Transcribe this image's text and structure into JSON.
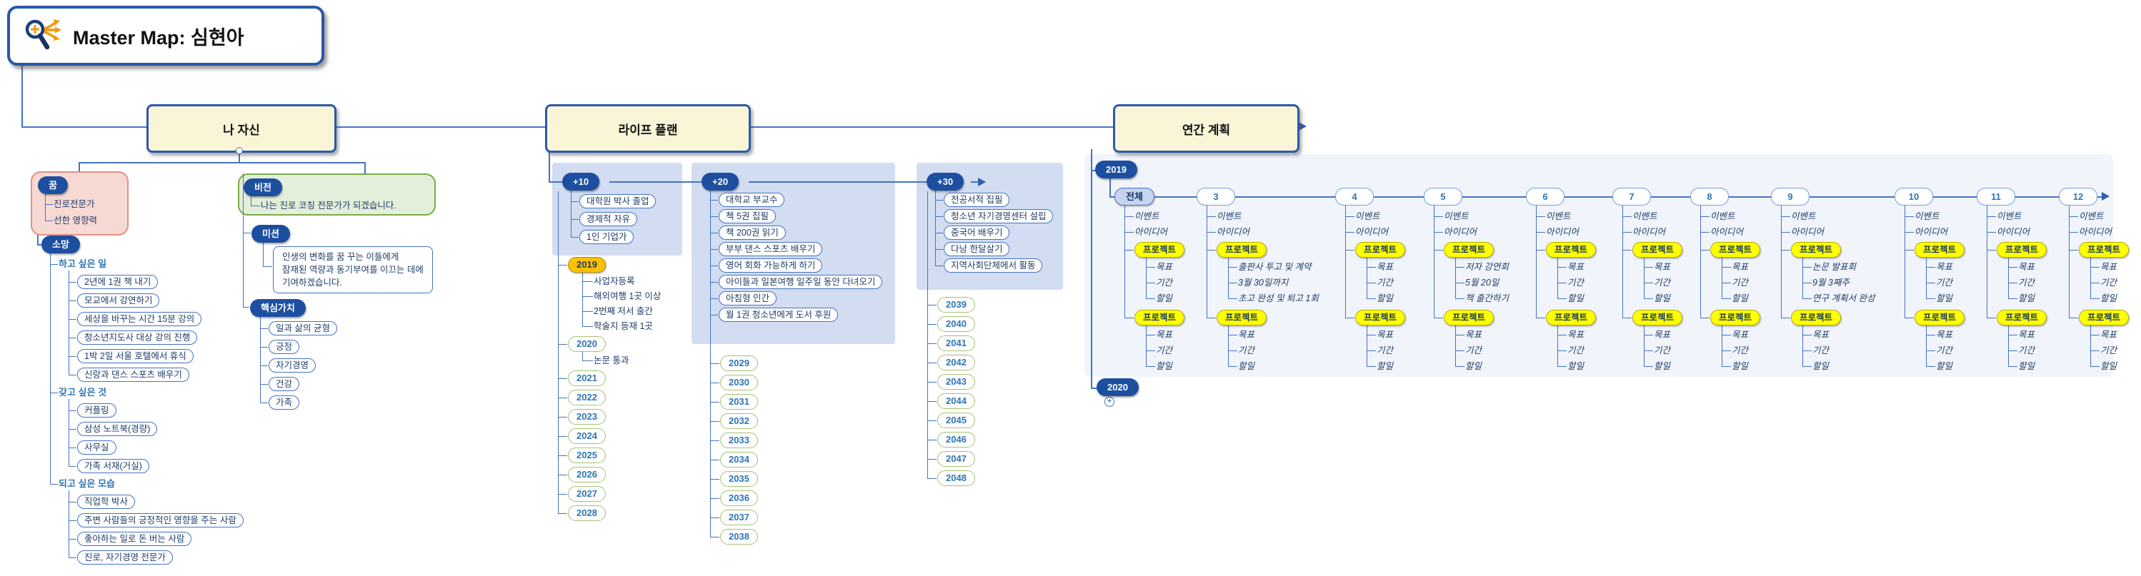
{
  "root": {
    "title": "Master Map: 심현아",
    "icon": "magnifier-branches-icon"
  },
  "branches": {
    "self": "나 자신",
    "life": "라이프 플랜",
    "annual": "연간 계획"
  },
  "self": {
    "dream": {
      "label": "꿈",
      "items": [
        "진로전문가",
        "선한 영향력"
      ]
    },
    "wish": {
      "label": "소망",
      "groups": [
        {
          "label": "하고 싶은 일",
          "items": [
            "2년에 1권 책 내기",
            "모교에서 강연하기",
            "세상을 바꾸는 시간 15분 강의",
            "청소년지도사 대상 강의 진행",
            "1박 2일 서울 호텔에서 휴식",
            "신랑과 댄스 스포츠 배우기"
          ]
        },
        {
          "label": "갖고 싶은 것",
          "items": [
            "커플링",
            "삼성 노트북(경량)",
            "사무실",
            "가족 서재(거실)"
          ]
        },
        {
          "label": "되고 싶은 모습",
          "items": [
            "직업학 박사",
            "주변 사람들의 긍정적인 영향을 주는 사람",
            "좋아하는 일로 돈 버는 사람",
            "진로, 자기경영 전문가"
          ]
        }
      ]
    },
    "vision": {
      "label": "비전",
      "statement": "나는 진로 코칭 전문가가 되겠습니다.",
      "mission": {
        "label": "미션",
        "statement": "인생의 변화를 꿈 꾸는 이들에게\n잠재된 역량과 동기부여를 이끄는 데에\n기여하겠습니다."
      },
      "core_values": {
        "label": "핵심가치",
        "items": [
          "일과 삶의 균형",
          "긍정",
          "자기경영",
          "건강",
          "가족"
        ]
      }
    }
  },
  "life_plan": {
    "decades": [
      {
        "label": "+10",
        "goals": [
          "대학원 박사 졸업",
          "경제적 자유",
          "1인 기업가"
        ],
        "years": [
          {
            "label": "2019",
            "highlighted": true,
            "items": [
              "사업자등록",
              "해외여행 1곳 이상",
              "2번째 저서 출간",
              "학술지 등재 1곳"
            ]
          },
          {
            "label": "2020",
            "items": [
              "논문 통과"
            ]
          },
          {
            "label": "2021",
            "items": []
          },
          {
            "label": "2022",
            "items": []
          },
          {
            "label": "2023",
            "items": []
          },
          {
            "label": "2024",
            "items": []
          },
          {
            "label": "2025",
            "items": []
          },
          {
            "label": "2026",
            "items": []
          },
          {
            "label": "2027",
            "items": []
          },
          {
            "label": "2028",
            "items": []
          }
        ]
      },
      {
        "label": "+20",
        "goals": [
          "대학교 부교수",
          "첵 5권 집필",
          "책 200권 읽기",
          "부부 댄스 스포츠 배우기",
          "영어 회화 가능하게 하기",
          "아이들과 일본여행 일주일 동안 다녀오기",
          "아침형 인간",
          "월 1권 청소년에게 도서 후원"
        ],
        "years": [
          {
            "label": "2029",
            "items": []
          },
          {
            "label": "2030",
            "items": []
          },
          {
            "label": "2031",
            "items": []
          },
          {
            "label": "2032",
            "items": []
          },
          {
            "label": "2033",
            "items": []
          },
          {
            "label": "2034",
            "items": []
          },
          {
            "label": "2035",
            "items": []
          },
          {
            "label": "2036",
            "items": []
          },
          {
            "label": "2037",
            "items": []
          },
          {
            "label": "2038",
            "items": []
          }
        ]
      },
      {
        "label": "+30",
        "arrow": true,
        "goals": [
          "전공서적 집필",
          "청소년 자기경영센터 설립",
          "중국어 배우기",
          "다낭 한달살기",
          "지역사회단체에서 활동"
        ],
        "years": [
          {
            "label": "2039",
            "items": []
          },
          {
            "label": "2040",
            "items": []
          },
          {
            "label": "2041",
            "items": []
          },
          {
            "label": "2042",
            "items": []
          },
          {
            "label": "2043",
            "items": []
          },
          {
            "label": "2044",
            "items": []
          },
          {
            "label": "2045",
            "items": []
          },
          {
            "label": "2046",
            "items": []
          },
          {
            "label": "2047",
            "items": []
          },
          {
            "label": "2048",
            "items": []
          }
        ]
      }
    ]
  },
  "annual_plan": {
    "year": "2019",
    "collapsed_year": "2020",
    "collapsed_marker": "+",
    "columns": [
      {
        "label": "전체",
        "rows": [
          "이벤트",
          "아이디어"
        ],
        "projects": [
          {
            "label": "프로젝트",
            "items": [
              "목표",
              "기간",
              "할일"
            ]
          },
          {
            "label": "프로젝트",
            "items": [
              "목표",
              "기간",
              "할일"
            ]
          }
        ]
      },
      {
        "label": "3",
        "rows": [
          "이벤트",
          "아이디어"
        ],
        "projects": [
          {
            "label": "프로젝트",
            "items": [
              "출판사 투고 및 계약",
              "3월 30일까지",
              "초고 완성 및 퇴고 1회"
            ]
          },
          {
            "label": "프로젝트",
            "items": [
              "목표",
              "기간",
              "할일"
            ]
          }
        ]
      },
      {
        "label": "4",
        "rows": [
          "이벤트",
          "아이디어"
        ],
        "projects": [
          {
            "label": "프로젝트",
            "items": [
              "목표",
              "기간",
              "할일"
            ]
          },
          {
            "label": "프로젝트",
            "items": [
              "목표",
              "기간",
              "할일"
            ]
          }
        ]
      },
      {
        "label": "5",
        "rows": [
          "이벤트",
          "아이디어"
        ],
        "projects": [
          {
            "label": "프로젝트",
            "items": [
              "저자 강연회",
              "5월 20일",
              "책 출간하기"
            ]
          },
          {
            "label": "프로젝트",
            "items": [
              "목표",
              "기간",
              "할일"
            ]
          }
        ]
      },
      {
        "label": "6",
        "rows": [
          "이벤트",
          "아이디어"
        ],
        "projects": [
          {
            "label": "프로젝트",
            "items": [
              "목표",
              "기간",
              "할일"
            ]
          },
          {
            "label": "프로젝트",
            "items": [
              "목표",
              "기간",
              "할일"
            ]
          }
        ]
      },
      {
        "label": "7",
        "rows": [
          "이벤트",
          "아이디어"
        ],
        "projects": [
          {
            "label": "프로젝트",
            "items": [
              "목표",
              "기간",
              "할일"
            ]
          },
          {
            "label": "프로젝트",
            "items": [
              "목표",
              "기간",
              "할일"
            ]
          }
        ]
      },
      {
        "label": "8",
        "rows": [
          "이벤트",
          "아이디어"
        ],
        "projects": [
          {
            "label": "프로젝트",
            "items": [
              "목표",
              "기간",
              "할일"
            ]
          },
          {
            "label": "프로젝트",
            "items": [
              "목표",
              "기간",
              "할일"
            ]
          }
        ]
      },
      {
        "label": "9",
        "rows": [
          "이벤트",
          "아이디어"
        ],
        "projects": [
          {
            "label": "프로젝트",
            "items": [
              "논문 발표회",
              "9월 3째주",
              "연구 계획서 완성"
            ]
          },
          {
            "label": "프로젝트",
            "items": [
              "목표",
              "기간",
              "할일"
            ]
          }
        ]
      },
      {
        "label": "10",
        "rows": [
          "이벤트",
          "아이디어"
        ],
        "projects": [
          {
            "label": "프로젝트",
            "items": [
              "목표",
              "기간",
              "할일"
            ]
          },
          {
            "label": "프로젝트",
            "items": [
              "목표",
              "기간",
              "할일"
            ]
          }
        ]
      },
      {
        "label": "11",
        "rows": [
          "이벤트",
          "아이디어"
        ],
        "projects": [
          {
            "label": "프로젝트",
            "items": [
              "목표",
              "기간",
              "할일"
            ]
          },
          {
            "label": "프로젝트",
            "items": [
              "목표",
              "기간",
              "할일"
            ]
          }
        ]
      },
      {
        "label": "12",
        "arrow": true,
        "rows": [
          "이벤트",
          "아이디어"
        ],
        "projects": [
          {
            "label": "프로젝트",
            "items": [
              "목표",
              "기간",
              "할일"
            ]
          },
          {
            "label": "프로젝트",
            "items": [
              "목표",
              "기간",
              "할일"
            ]
          }
        ]
      }
    ]
  },
  "colors": {
    "topic_dark_blue": "#1d4fa0",
    "line_blue": "#4472c4",
    "branch_fill": "#fbf5d8",
    "panel_blue": "#d2ddf1",
    "dream_pink": "#f7d9d4",
    "dream_border": "#e09184",
    "vision_green": "#e3efda",
    "vision_border": "#78ad49",
    "year_highlight": "#ffc000",
    "project_yellow": "#ffff00",
    "year_border_green": "#a3c272",
    "text_navy": "#1f3c67",
    "category_blue": "#2e75b6"
  }
}
